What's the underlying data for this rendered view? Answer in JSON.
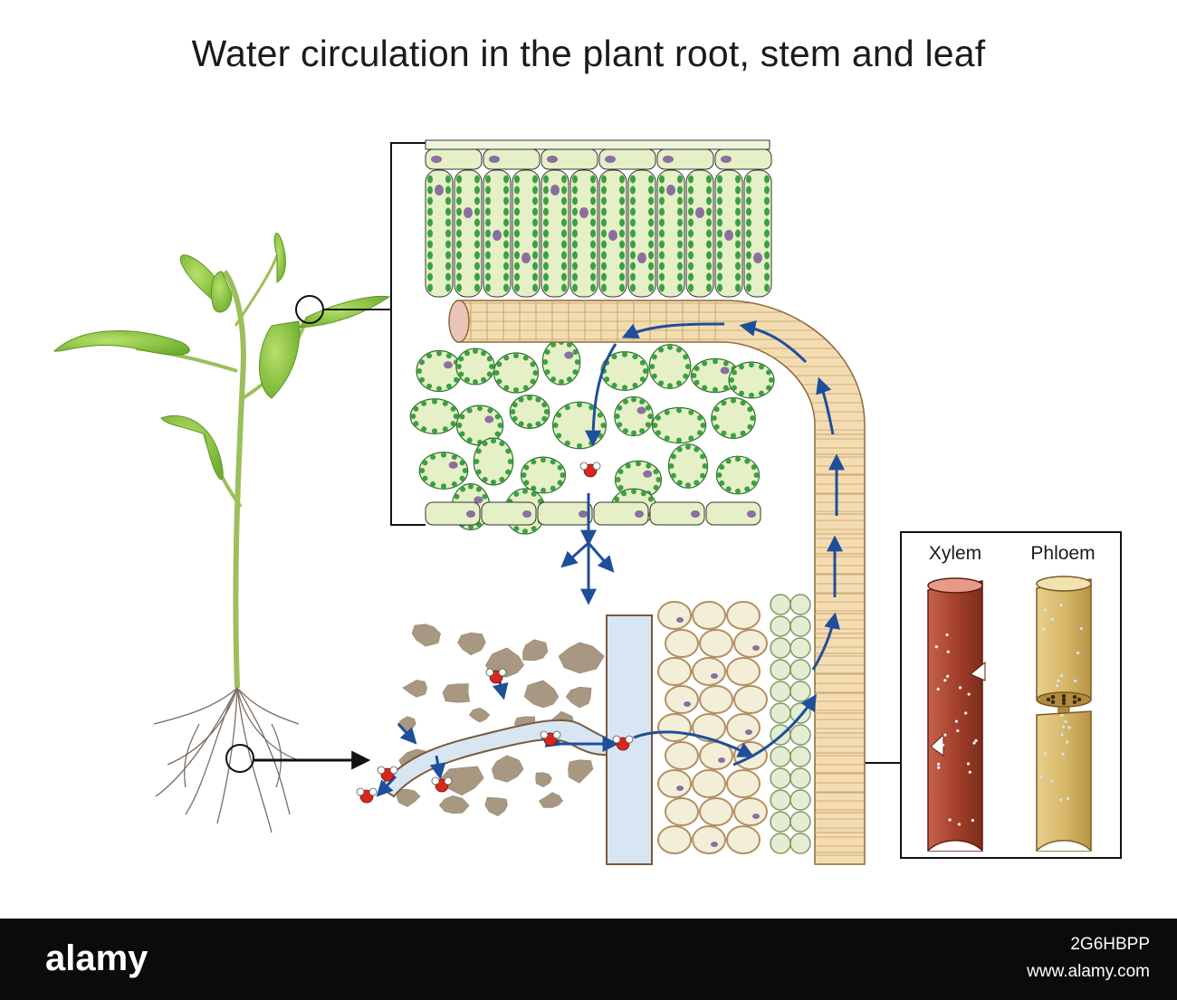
{
  "title": "Water circulation in the plant root, stem and leaf",
  "vessels": {
    "xylem_label": "Xylem",
    "phloem_label": "Phloem"
  },
  "watermark": {
    "brand": "alamy",
    "image_code": "2G6HBPP",
    "site": "www.alamy.com"
  },
  "colors": {
    "arrow": "#1f4e9a",
    "leaf": "#8cc63f",
    "chloroplast": "#3aa142",
    "cell_fill": "#e6f0c6",
    "nucleus": "#8a6fa0",
    "xylem": "#a4412c",
    "phloem": "#d8b86a",
    "soil": "#a89882",
    "vein": "#f4dcb2",
    "banner": "#0b0b0b"
  }
}
